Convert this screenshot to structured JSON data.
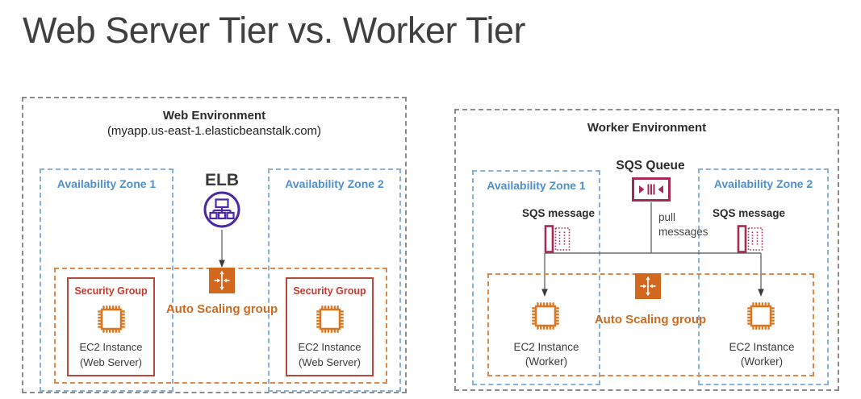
{
  "page_title": "Web Server Tier vs. Worker Tier",
  "colors": {
    "title_text": "#3f3f3f",
    "environment_border_gray": "#8c8c8c",
    "availability_zone_blue": "#4f8fcc",
    "auto_scaling_orange": "#d2671e",
    "security_group_red": "#c23b30",
    "sqs_crimson": "#a62a54",
    "elb_purple": "#4b28a5",
    "connector_gray": "#6b6b6b"
  },
  "web_environment": {
    "title": "Web Environment",
    "subtitle": "(myapp.us-east-1.elasticbeanstalk.com)",
    "availability_zone_1": "Availability Zone 1",
    "availability_zone_2": "Availability Zone 2",
    "elb_label": "ELB",
    "auto_scaling_label": "Auto Scaling group",
    "security_group_label": "Security Group",
    "ec2_label_line1": "EC2 Instance",
    "ec2_label_line2": "(Web Server)"
  },
  "worker_environment": {
    "title": "Worker Environment",
    "availability_zone_1": "Availability Zone 1",
    "availability_zone_2": "Availability Zone 2",
    "sqs_queue_label": "SQS Queue",
    "sqs_message_label": "SQS message",
    "pull_messages_line1": "pull",
    "pull_messages_line2": "messages",
    "auto_scaling_label": "Auto Scaling group",
    "ec2_label_line1": "EC2 Instance",
    "ec2_label_line2": "(Worker)"
  }
}
